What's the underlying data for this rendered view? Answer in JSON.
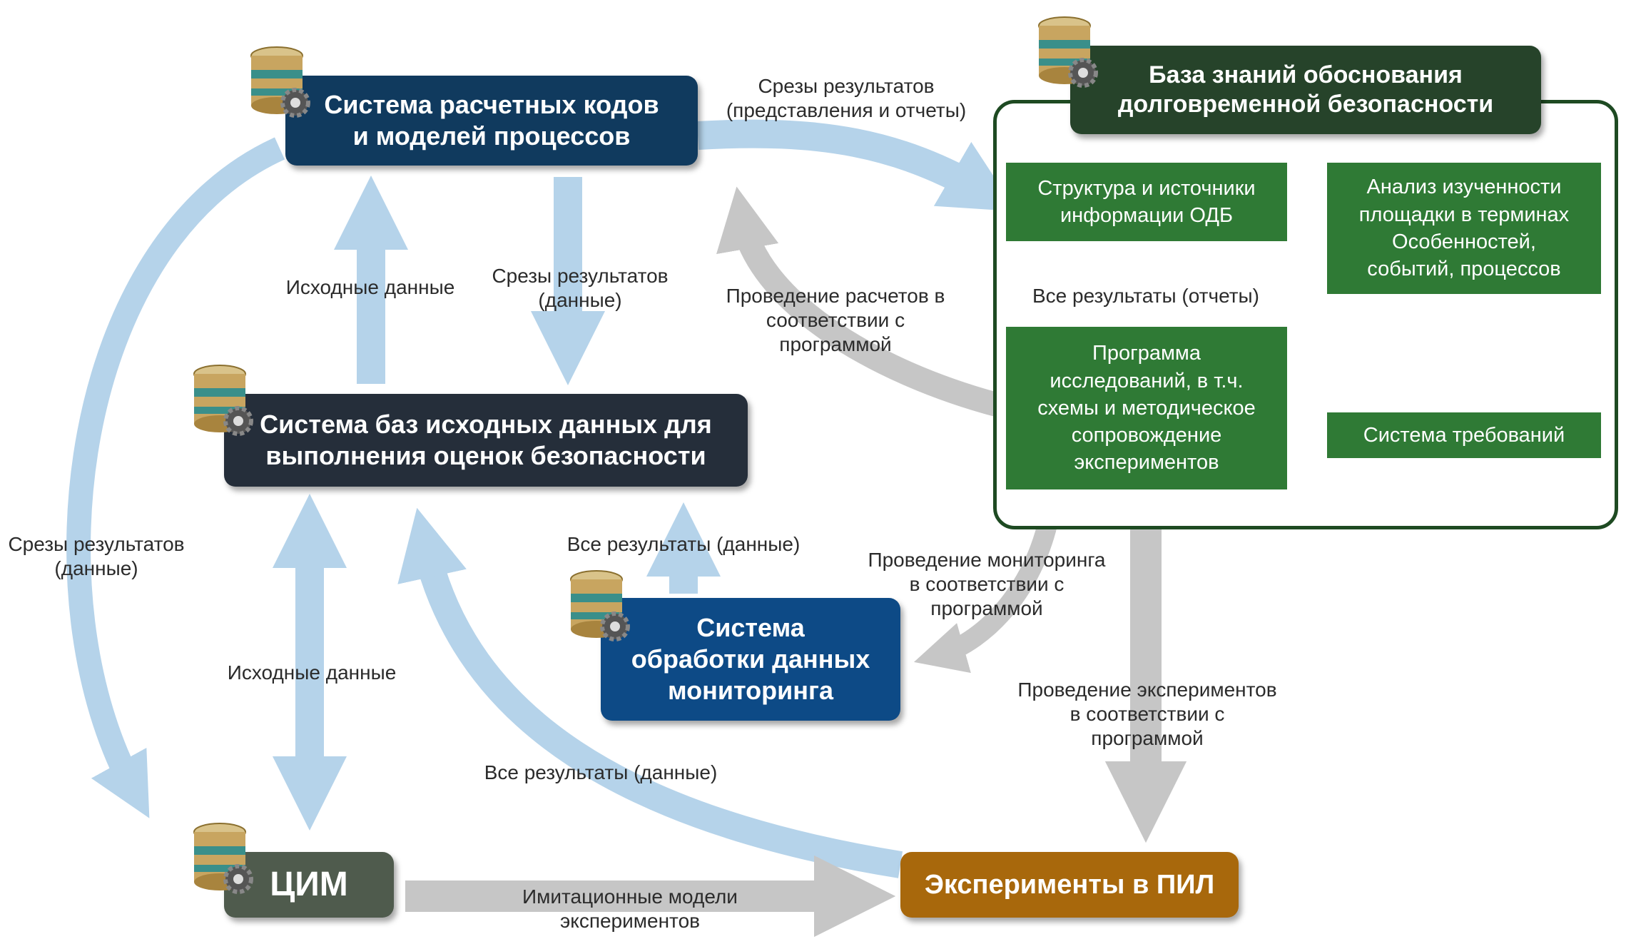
{
  "nodes": {
    "calc_system": "Система расчетных кодов\nи моделей процессов",
    "input_db": "Система баз исходных данных для\nвыполнения оценок безопасности",
    "monitoring": "Система\nобработки данных\nмониторинга",
    "cim": "ЦИМ",
    "experiments": "Эксперименты в ПИЛ",
    "knowledge_base": "База знаний обоснования\nдолговременной безопасности"
  },
  "kb_boxes": {
    "structure": "Структура и источники\nинформации ОДБ",
    "analysis": "Анализ изученности\nплощадки в терминах\nОсобенностей,\nсобытий, процессов",
    "program": "Программа\nисследований, в т.ч.\nсхемы и методическое\nсопровождение\nэкспериментов",
    "requirements": "Система требований"
  },
  "labels": {
    "slices_reports": "Срезы результатов\n(представления и отчеты)",
    "input_data_top": "Исходные данные",
    "slices_data_mid": "Срезы результатов\n(данные)",
    "calc_by_program": "Проведение расчетов в\nсоответствии с\nпрограммой",
    "all_results_reports": "Все результаты (отчеты)",
    "slices_data_left": "Срезы результатов\n(данные)",
    "all_results_data_mon": "Все результаты (данные)",
    "monitoring_by_program": "Проведение мониторинга\nв соответствии с\nпрограммой",
    "input_data_bottom": "Исходные данные",
    "experiments_by_program": "Проведение экспериментов\nв соответствии с\nпрограммой",
    "all_results_data_exp": "Все результаты (данные)",
    "imitation_models": "Имитационные модели\nэкспериментов"
  },
  "colors": {
    "arrow_blue": "#b5d3ea",
    "arrow_gray": "#c6c6c6",
    "calc_system": "#103a5e",
    "input_db": "#252e3a",
    "monitoring": "#0d4a86",
    "cim": "#4f5b4d",
    "experiments": "#a8680c",
    "knowledge_base": "#26432a",
    "kb_box": "#2f7a35"
  },
  "icons": [
    "database-gear-icon"
  ]
}
